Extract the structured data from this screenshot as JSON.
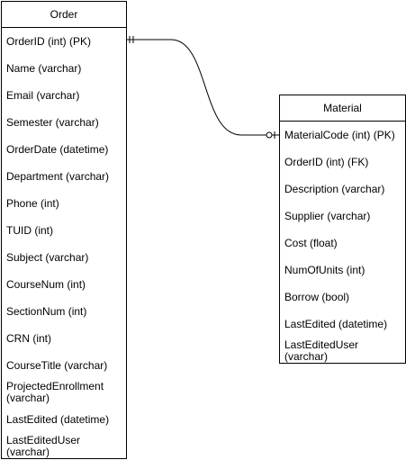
{
  "order": {
    "title": "Order",
    "attributes": [
      "OrderID (int) (PK)",
      "Name (varchar)",
      "Email (varchar)",
      "Semester (varchar)",
      "OrderDate (datetime)",
      "Department (varchar)",
      "Phone (int)",
      "TUID (int)",
      "Subject (varchar)",
      "CourseNum (int)",
      "SectionNum (int)",
      "CRN (int)",
      "CourseTitle (varchar)",
      "ProjectedEnrollment (varchar)",
      "LastEdited (datetime)",
      "LastEditedUser (varchar)"
    ]
  },
  "material": {
    "title": "Material",
    "attributes": [
      "MaterialCode (int) (PK)",
      "OrderID (int) (FK)",
      "Description (varchar)",
      "Supplier (varchar)",
      "Cost (float)",
      "NumOfUnits (int)",
      "Borrow (bool)",
      "LastEdited (datetime)",
      "LastEditedUser (varchar)"
    ]
  },
  "relationship": {
    "from_cardinality": "one-mandatory",
    "to_cardinality": "zero-or-one",
    "line_color": "#000000"
  }
}
